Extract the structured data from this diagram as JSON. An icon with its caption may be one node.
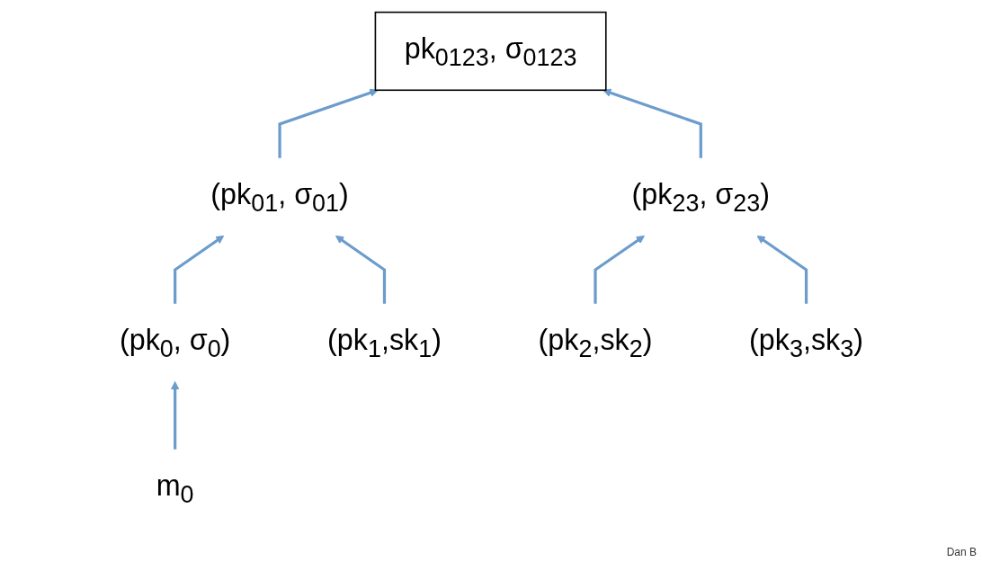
{
  "diagram": {
    "nodes": [
      {
        "text": [
          "pk$_{0123}$,  σ$_{0123}$"
        ]
      },
      {
        "text": [
          "(pk$_{01}$, σ$_{01}$)"
        ]
      },
      {
        "text": [
          "(pk$_{23}$, σ$_{23}$)"
        ]
      },
      {
        "text": [
          "(pk$_{0}$, σ$_{0}$)"
        ]
      },
      {
        "text": [
          "(pk$_{1}$,sk$_{1}$)"
        ]
      },
      {
        "text": [
          "(pk$_{2}$,sk$_{2}$)"
        ]
      },
      {
        "text": [
          "(pk$_{3}$,sk$_{3}$)"
        ]
      },
      {
        "text": [
          "m$_{0}$"
        ]
      }
    ],
    "edges": [
      {
        "from": 1,
        "to": 0,
        "arrow": "to"
      },
      {
        "from": 2,
        "to": 0,
        "arrow": "to"
      },
      {
        "from": 3,
        "to": 1,
        "arrow": "to"
      },
      {
        "from": 4,
        "to": 1,
        "arrow": "to"
      },
      {
        "from": 5,
        "to": 2,
        "arrow": "to"
      },
      {
        "from": 6,
        "to": 2,
        "arrow": "to"
      },
      {
        "from": 7,
        "to": 3,
        "arrow": "to"
      }
    ],
    "labels": [
      "Dan B"
    ]
  }
}
